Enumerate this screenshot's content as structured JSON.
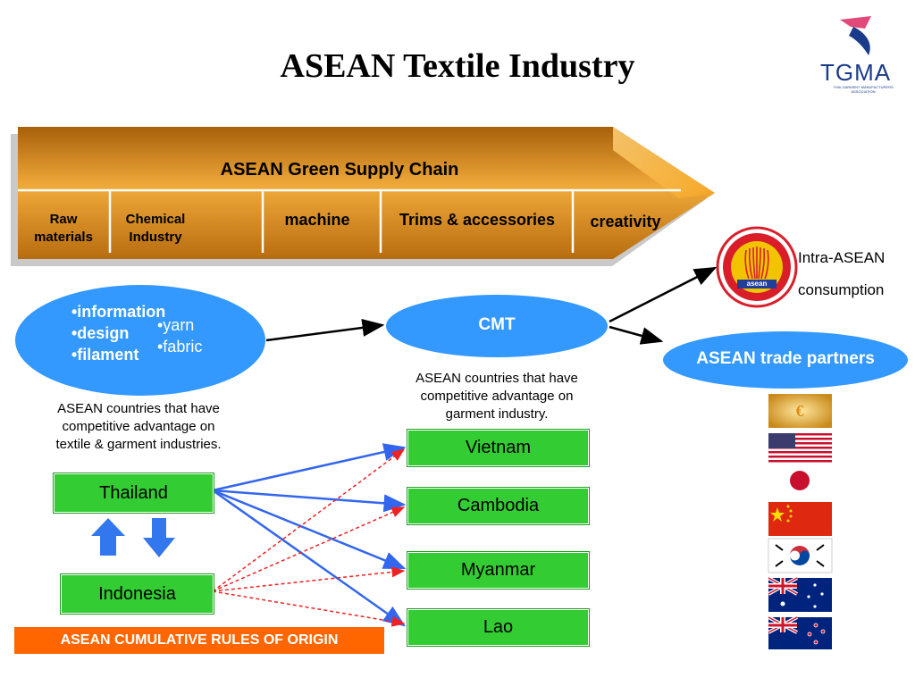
{
  "title": "ASEAN Textile Industry",
  "logo": {
    "text": "TGMA",
    "subtitle": "THAI GARMENT MANUFACTURERS ASSOCIATION"
  },
  "supply_chain": {
    "title": "ASEAN Green Supply Chain",
    "stages": [
      {
        "line1": "Raw",
        "line2": "materials"
      },
      {
        "line1": "Chemical",
        "line2": "Industry"
      },
      {
        "line1": "machine",
        "line2": ""
      },
      {
        "line1": "Trims & accessories",
        "line2": ""
      },
      {
        "line1": "creativity",
        "line2": ""
      }
    ]
  },
  "left_oval": {
    "bold_items": [
      "•information",
      "•design",
      "•filament"
    ],
    "light_items": [
      "•yarn",
      "•fabric"
    ]
  },
  "left_caption": [
    "ASEAN countries that have",
    "competitive advantage on",
    "textile & garment industries."
  ],
  "cmt": {
    "label": "CMT"
  },
  "cmt_caption": [
    "ASEAN countries that have",
    "competitive advantage on",
    "garment industry."
  ],
  "intra_asean": {
    "line1": "Intra-ASEAN",
    "line2": "consumption",
    "emblem_text": "asean"
  },
  "trade_partners": {
    "label": "ASEAN trade partners"
  },
  "source_countries": [
    "Thailand",
    "Indonesia"
  ],
  "target_countries": [
    "Vietnam",
    "Cambodia",
    "Myanmar",
    "Lao"
  ],
  "rules_label": "ASEAN CUMULATIVE RULES OF ORIGIN",
  "flags": [
    "eu-flag-icon",
    "usa-flag-icon",
    "japan-flag-icon",
    "china-flag-icon",
    "korea-flag-icon",
    "australia-flag-icon",
    "new-zealand-flag-icon"
  ],
  "colors": {
    "oval_blue": "#3399ff",
    "box_green": "#33cc33",
    "rules_orange": "#ff6600",
    "chain_gold": "#d98c1f",
    "solid_arrow": "#3366ee",
    "dashed_arrow": "#ee2222"
  }
}
